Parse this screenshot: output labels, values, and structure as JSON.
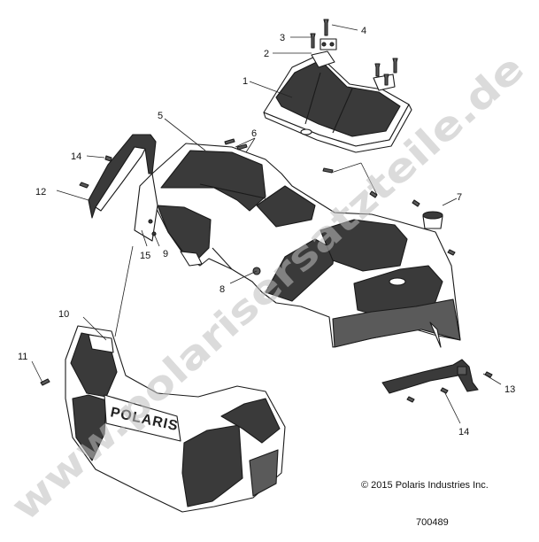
{
  "callouts": {
    "c1": "1",
    "c2": "2",
    "c3": "3",
    "c4": "4",
    "c5": "5",
    "c6": "6",
    "c7": "7",
    "c8": "8",
    "c9": "9",
    "c10": "10",
    "c11": "11",
    "c12": "12",
    "c13": "13",
    "c14a": "14",
    "c14b": "14",
    "c15": "15"
  },
  "copyright": "© 2015 Polaris Industries Inc.",
  "diagram_number": "700489",
  "brand_emblem": "POLARIS",
  "watermark": "www.polarisersatzteile.de",
  "colors": {
    "line": "#1a1a1a",
    "fill_dark": "#3a3a3a",
    "watermark": "#bdbdbd"
  }
}
